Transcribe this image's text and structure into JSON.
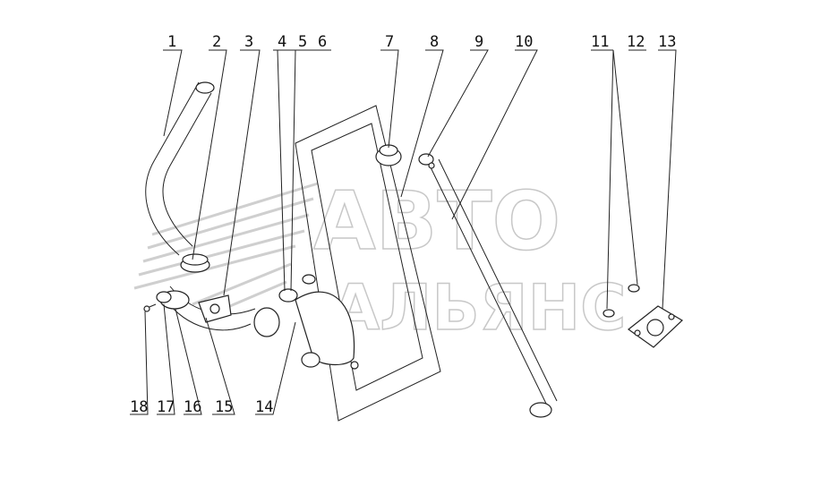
{
  "watermark": {
    "line1": "АВТО",
    "line2": "АЛЬЯНС"
  },
  "callouts_top": [
    "1",
    "2",
    "3",
    "4",
    "5",
    "6",
    "7",
    "8",
    "9",
    "10",
    "11",
    "12",
    "13"
  ],
  "callouts_bottom": [
    "18",
    "17",
    "16",
    "15",
    "14"
  ]
}
